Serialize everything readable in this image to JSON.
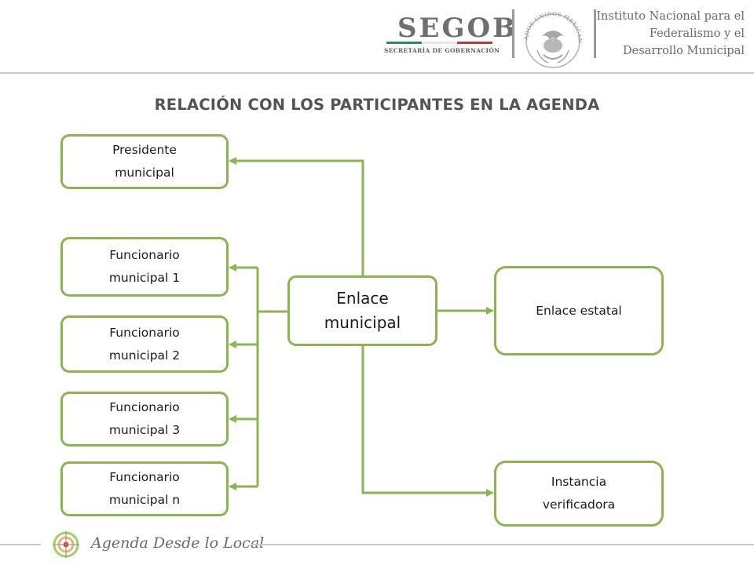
{
  "header": {
    "agency": "SEGOB",
    "agency_sub": "SECRETARÍA DE GOBERNACIÓN",
    "seal_text": "ESTADOS UNIDOS MEXICANOS",
    "institute_lines": [
      "Instituto Nacional para el",
      "Federalismo y el",
      "Desarrollo Municipal"
    ]
  },
  "title": "RELACIÓN CON LOS PARTICIPANTES EN LA AGENDA",
  "diagram": {
    "center": [
      "Enlace",
      "municipal"
    ],
    "left_nodes": [
      {
        "lines": [
          "Presidente",
          "municipal"
        ]
      },
      {
        "lines": [
          "Funcionario",
          "municipal 1"
        ]
      },
      {
        "lines": [
          "Funcionario",
          "municipal 2"
        ]
      },
      {
        "lines": [
          "Funcionario",
          "municipal 3"
        ]
      },
      {
        "lines": [
          "Funcionario",
          "municipal n"
        ]
      }
    ],
    "right_nodes": [
      {
        "lines": [
          "Enlace estatal"
        ]
      },
      {
        "lines": [
          "Instancia",
          "verificadora"
        ]
      }
    ]
  },
  "footer": {
    "text": "Agenda Desde lo Local"
  },
  "colors": {
    "box_border": "#8cb450",
    "arrow": "#8cb450",
    "title_text": "#545454",
    "flag_green": "#2e8b57",
    "flag_white": "#e6e6e6",
    "flag_red": "#c0392b"
  }
}
